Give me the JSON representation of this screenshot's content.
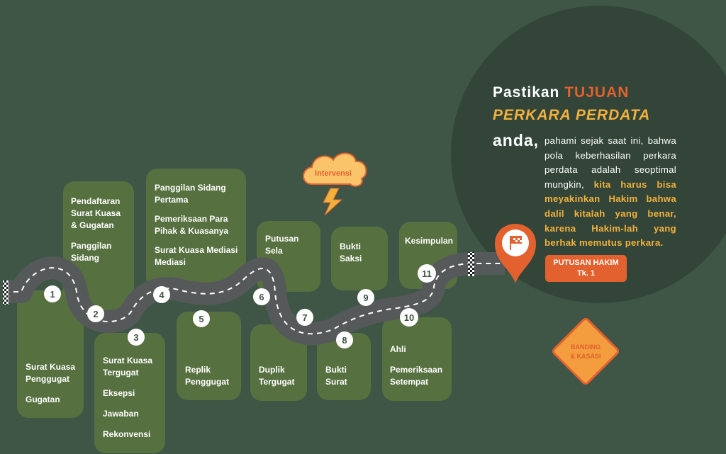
{
  "headline": {
    "w1": "Pastikan",
    "w2": "TUJUAN",
    "w3": "PERKARA PERDATA",
    "w4": "anda,"
  },
  "paragraph": {
    "plain": "pahami sejak saat ini, bahwa pola keberhasilan perkara perdata adalah seoptimal mungkin,",
    "highlight": "kita harus bisa meyakinkan Hakim bahwa dalil kitalah yang benar, karena Hakim-lah yang berhak memutus perkara."
  },
  "badge": {
    "line1": "PUTUSAN HAKIM",
    "line2": "Tk. 1"
  },
  "sign": {
    "line1": "BANDING",
    "line2": "& KASASI"
  },
  "cloud": {
    "label": "Intervensi"
  },
  "cards": {
    "c1": [
      "Surat Kuasa",
      "Penggugat",
      "Gugatan"
    ],
    "c2": [
      "Pendaftaran",
      "Surat Kuasa",
      "& Gugatan",
      "Panggilan",
      "Sidang"
    ],
    "c3": [
      "Surat Kuasa",
      "Tergugat",
      "Eksepsi",
      "Jawaban",
      "Rekonvensi"
    ],
    "c4": [
      "Panggilan Sidang",
      "Pertama",
      "Pemeriksaan Para",
      "Pihak & Kuasanya",
      "Surat Kuasa Mediasi",
      "Mediasi"
    ],
    "c5": [
      "Replik",
      "Penggugat"
    ],
    "c6": [
      "Putusan",
      "Sela"
    ],
    "c7": [
      "Duplik",
      "Tergugat"
    ],
    "c8": [
      "Bukti",
      "Surat"
    ],
    "c9": [
      "Bukti",
      "Saksi"
    ],
    "c10": [
      "Ahli",
      "Pemeriksaan",
      "Setempat"
    ],
    "c11": [
      "Kesimpulan"
    ]
  },
  "steps": [
    "1",
    "2",
    "3",
    "4",
    "5",
    "6",
    "7",
    "8",
    "9",
    "10",
    "11"
  ],
  "colors": {
    "background": "#3f5646",
    "card": "#56703f",
    "accent": "#e2612e",
    "highlight": "#f2b13d",
    "road": "#55595a"
  }
}
